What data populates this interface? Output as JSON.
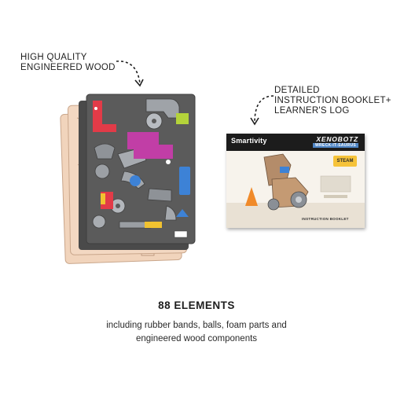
{
  "callouts": {
    "wood": {
      "lines": [
        "HIGH QUALITY",
        "ENGINEERED WOOD"
      ]
    },
    "booklet": {
      "lines": [
        "DETAILED",
        "INSTRUCTION BOOKLET+",
        "LEARNER'S LOG"
      ]
    }
  },
  "booklet_cover": {
    "brand": "Smartivity",
    "product_name": "XENOBOTZ",
    "product_subtitle": "WRECK-IT-SAURUS",
    "badge": "STEAM",
    "footer": "INSTRUCTION BOOKLET"
  },
  "summary": {
    "count_title": "88 ELEMENTS",
    "description_lines": [
      "including rubber bands, balls, foam parts and",
      "engineered wood components"
    ]
  },
  "colors": {
    "wood": "#f1d4bc",
    "wood_edge": "#c9a68b",
    "sheet_gray": "#5b5b5b",
    "sheet_dark": "#3f3f3f",
    "accent_red": "#e23b48",
    "accent_magenta": "#c13ea6",
    "accent_blue": "#3d82d6",
    "accent_green": "#b4d33a",
    "accent_yellow": "#f1c230"
  }
}
